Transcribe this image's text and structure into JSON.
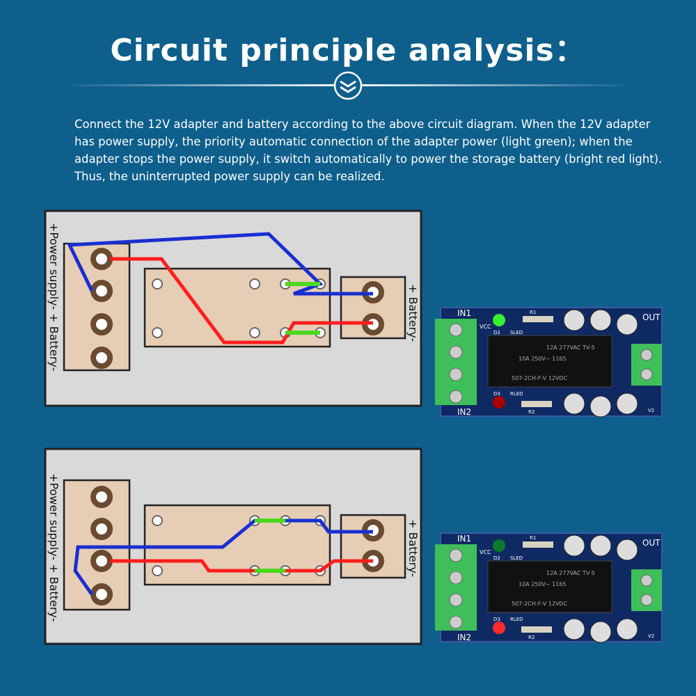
{
  "title": "Circuit principle analysis：",
  "description": "Connect the 12V adapter and battery according to the above circuit diagram. When the 12V adapter has power supply, the priority automatic connection of the adapter power (light green); when the adapter stops the power supply, it switch automatically to power the storage battery (bright red light). Thus, the uninterrupted power supply can be realized.",
  "diagram_top": {
    "left_label": "+Power supply-  + Battery-",
    "right_label": "+ Battery-"
  },
  "diagram_bottom": {
    "left_label": "+Power supply-  + Battery-",
    "right_label": "+ Battery-"
  },
  "board_top": {
    "in1": "IN1",
    "in2": "IN2",
    "out": "OUT",
    "vcc": "VCC",
    "r1": "R1",
    "r2": "R2",
    "d2": "D2",
    "d3": "D3",
    "sled": "SLED",
    "rled": "RLED",
    "v2": "V2",
    "relay_line1": "12A 277VAC  TV-5",
    "relay_line2": "10A 250V~ 1165",
    "relay_line3": "507-2CH-F-V 12VDC",
    "led_lit": "green"
  },
  "board_bottom": {
    "in1": "IN1",
    "in2": "IN2",
    "out": "OUT",
    "vcc": "VCC",
    "r1": "R1",
    "r2": "R2",
    "d2": "D2",
    "d3": "D3",
    "sled": "SLED",
    "rled": "RLED",
    "v2": "V2",
    "relay_line1": "12A 277VAC  TV-5",
    "relay_line2": "10A 250V~ 1165",
    "relay_line3": "507-2CH-F-V 12VDC",
    "led_lit": "red"
  },
  "colors": {
    "background": "#0e5f8c",
    "wire_blue": "#1a2fd0",
    "wire_red": "#ff1e1e",
    "contact_green": "#4cd81e",
    "pcb": "#0f2a63",
    "terminal_green": "#3fbf5a",
    "board_tan": "#e6cdb5"
  }
}
